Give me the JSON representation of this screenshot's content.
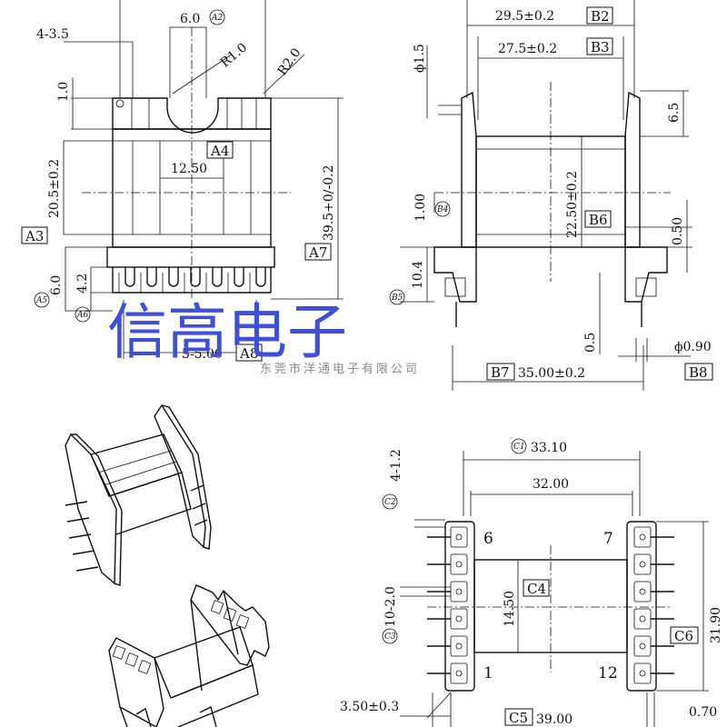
{
  "watermark": {
    "company_big": "信高电子",
    "company_small": "东莞市洋通电子有限公司",
    "color": "#3f4fd6"
  },
  "front_view": {
    "dim_4_35": "4-3.5",
    "dim_6_0": "6.0",
    "ref_A2": "A2",
    "dim_r1": "R1.0",
    "dim_r2": "R2.0",
    "dim_1_0": "1.0",
    "label_A4": "A4",
    "dim_12_50": "12.50",
    "dim_20_5": "20.5±0.2",
    "label_A3": "A3",
    "dim_39_5": "39.5+0/-0.2",
    "label_A7": "A7",
    "dim_6_0_b": "6.0",
    "dim_4_2": "4.2",
    "ref_A5": "A5",
    "ref_A6": "A6",
    "dim_5_500": "5-5.00",
    "label_A8": "A8"
  },
  "side_view": {
    "dim_29_5": "29.5±0.2",
    "label_B2": "B2",
    "dim_27_5": "27.5±0.2",
    "label_B3": "B3",
    "dim_phi15": "ϕ1.5",
    "dim_6_5": "6.5",
    "dim_22_50": "22.50±0.2",
    "label_B6": "B6",
    "dim_1_00": "1.00",
    "ref_B4": "B4",
    "dim_0_50": "0.50",
    "dim_10_4": "10.4",
    "ref_B5": "B5",
    "dim_0_5": "0.5",
    "dim_phi090": "ϕ0.90",
    "label_B7": "B7",
    "dim_35_00": "35.00±0.2",
    "label_B8": "B8"
  },
  "bottom_view": {
    "ref_C1": "C1",
    "dim_33_10": "33.10",
    "dim_32_00": "32.00",
    "ref_C2": "C2",
    "dim_4_12": "4-1.2",
    "pin_6": "6",
    "pin_7": "7",
    "pin_1": "1",
    "pin_12": "12",
    "label_C4": "C4",
    "dim_14_50": "14.50",
    "ref_C3": "C3",
    "dim_10_20": "10-2.0",
    "dim_31_90": "31.90",
    "label_C6": "C6",
    "dim_3_50": "3.50±0.3",
    "label_C5": "C5",
    "dim_39_00": "39.00",
    "dim_0_70": "0.70"
  }
}
